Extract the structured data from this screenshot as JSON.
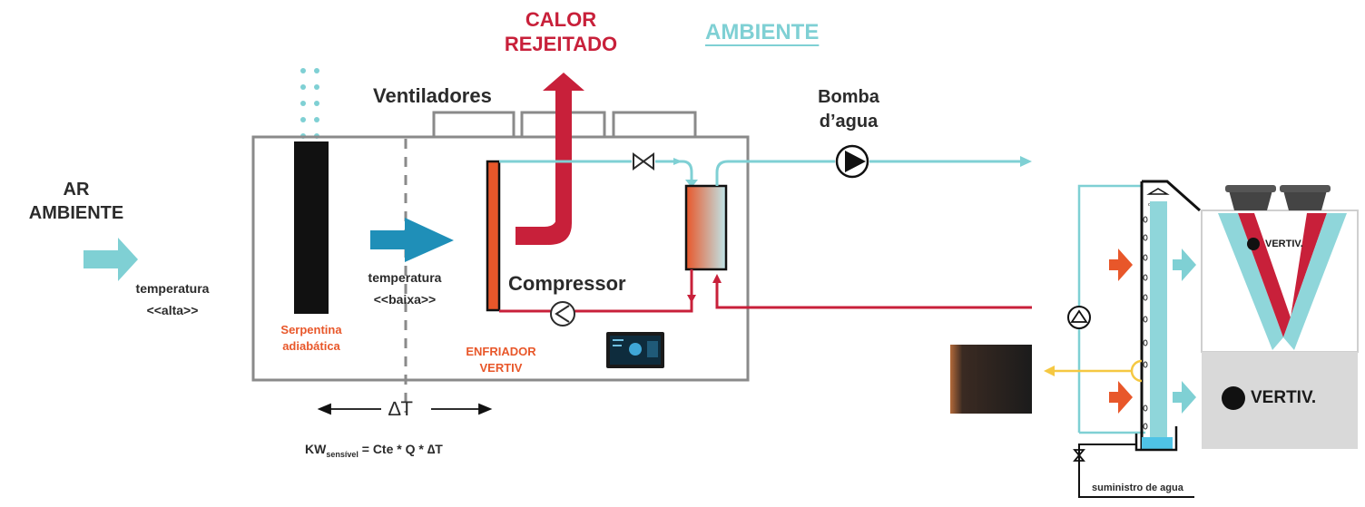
{
  "labels": {
    "heat_rejected_line1": "CALOR",
    "heat_rejected_line2": "REJEITADO",
    "ambient": "AMBIENTE",
    "fans": "Ventiladores",
    "pump_line1": "Bomba",
    "pump_line2": "d’agua",
    "air_line1": "AR",
    "air_line2": "AMBIENTE",
    "temp_high_line1": "temperatura",
    "temp_high_line2": "<<alta>>",
    "temp_low_line1": "temperatura",
    "temp_low_line2": "<<baixa>>",
    "compressor": "Compressor",
    "coil_line1": "Serpentina",
    "coil_line2": "adiabática",
    "chiller_line1": "ENFRIADOR",
    "chiller_line2": "VERTIV",
    "delta_t": "∆T",
    "formula_kw": "KW",
    "formula_sub": "sensível",
    "formula_rest": " = Cte * Q * ∆T",
    "water_supply": "suministro de agua",
    "brand_small": "VERTIV.",
    "brand_large": "VERTIV."
  },
  "colors": {
    "red": "#c8203a",
    "orange": "#e8572a",
    "teal": "#7fd0d4",
    "blue_arrow": "#1f8fb8",
    "gray": "#8a8a8a",
    "yellow": "#f5c842"
  }
}
